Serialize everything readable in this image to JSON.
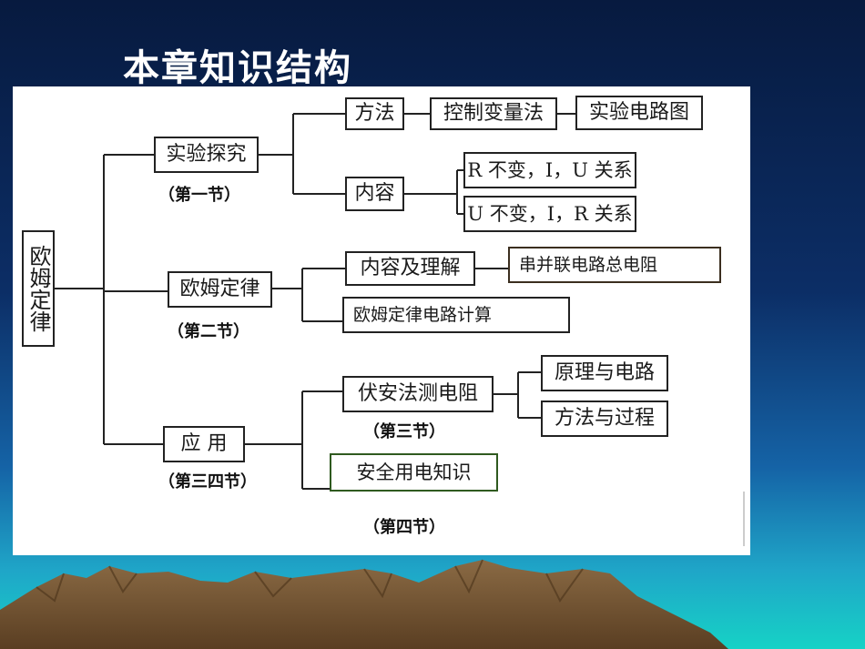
{
  "slide": {
    "title": "本章知识结构"
  },
  "diagram": {
    "root": "欧姆定律",
    "branches": [
      {
        "label": "实验探究",
        "section": "（第一节）",
        "children": [
          {
            "label": "方法",
            "chain": [
              "控制变量法",
              "实验电路图"
            ]
          },
          {
            "label": "内容",
            "children": [
              "R 不变，I，U 关系",
              "U 不变，I，R 关系"
            ]
          }
        ]
      },
      {
        "label": "欧姆定律",
        "section": "（第二节）",
        "children": [
          {
            "label": "内容及理解",
            "chain": [
              "串并联电路总电阻"
            ]
          },
          {
            "label": "欧姆定律电路计算"
          }
        ]
      },
      {
        "label": "应 用",
        "section": "（第三四节）",
        "children": [
          {
            "label": "伏安法测电阻",
            "section": "（第三节）",
            "children": [
              "原理与电路",
              "方法与过程"
            ]
          },
          {
            "label": "安全用电知识",
            "section": "（第四节）"
          }
        ]
      }
    ]
  },
  "colors": {
    "sky_top": "#071a3f",
    "sky_bottom": "#16d2c6",
    "title_text": "#ffffff",
    "mountain": "#7a5a36",
    "green_border": "#2f5a1f"
  }
}
